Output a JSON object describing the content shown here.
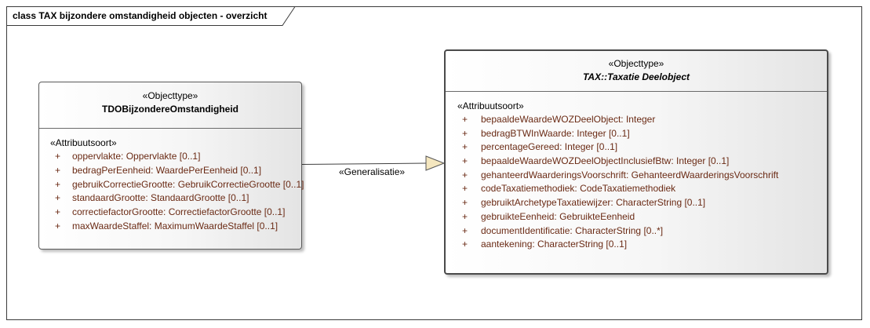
{
  "diagram": {
    "frame_title": "class TAX bijzondere omstandigheid objecten - overzicht"
  },
  "left_class": {
    "stereotype": "«Objecttype»",
    "name": "TDOBijzondereOmstandigheid",
    "section": "«Attribuutsoort»",
    "attributes": [
      {
        "vis": "+",
        "text": "oppervlakte: Oppervlakte [0..1]"
      },
      {
        "vis": "+",
        "text": "bedragPerEenheid: WaardePerEenheid [0..1]"
      },
      {
        "vis": "+",
        "text": "gebruikCorrectieGrootte: GebruikCorrectieGrootte [0..1]"
      },
      {
        "vis": "+",
        "text": "standaardGrootte: StandaardGrootte [0..1]"
      },
      {
        "vis": "+",
        "text": "correctiefactorGrootte: CorrectiefactorGrootte [0..1]"
      },
      {
        "vis": "+",
        "text": "maxWaardeStaffel: MaximumWaardeStaffel [0..1]"
      }
    ]
  },
  "right_class": {
    "stereotype": "«Objecttype»",
    "name": "TAX::Taxatie Deelobject",
    "section": "«Attribuutsoort»",
    "attributes": [
      {
        "vis": "+",
        "text": "bepaaldeWaardeWOZDeelObject: Integer"
      },
      {
        "vis": "+",
        "text": "bedragBTWInWaarde: Integer [0..1]"
      },
      {
        "vis": "+",
        "text": "percentageGereed: Integer [0..1]"
      },
      {
        "vis": "+",
        "text": "bepaaldeWaardeWOZDeelObjectInclusiefBtw: Integer [0..1]"
      },
      {
        "vis": "+",
        "text": "gehanteerdWaarderingsVoorschrift: GehanteerdWaarderingsVoorschrift"
      },
      {
        "vis": "+",
        "text": "codeTaxatiemethodiek: CodeTaxatiemethodiek"
      },
      {
        "vis": "+",
        "text": "gebruiktArchetypeTaxatiewijzer: CharacterString [0..1]"
      },
      {
        "vis": "+",
        "text": "gebruikteEenheid: GebruikteEenheid"
      },
      {
        "vis": "+",
        "text": "documentIdentificatie: CharacterString [0..*]"
      },
      {
        "vis": "+",
        "text": "aantekening: CharacterString [0..1]"
      }
    ]
  },
  "connector": {
    "label": "«Generalisatie»"
  }
}
